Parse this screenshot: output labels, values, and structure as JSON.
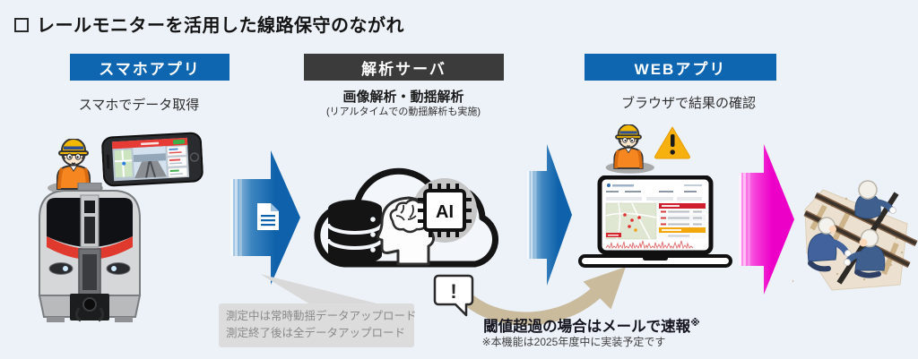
{
  "title": "レールモニターを活用した線路保守のながれ",
  "columns": {
    "smartphone": {
      "header": "スマホアプリ",
      "caption": "スマホでデータ取得"
    },
    "server": {
      "header": "解析サーバ",
      "caption": "画像解析・動揺解析",
      "caption_sub": "(リアルタイムでの動揺解析も実施)"
    },
    "web": {
      "header": "WEBアプリ",
      "caption": "ブラウザで結果の確認"
    }
  },
  "cloud": {
    "ai_chip_label": "AI"
  },
  "upload_note": {
    "line1": "測定中は常時動揺データアップロード",
    "line2": "測定終了後は全データアップロード"
  },
  "alert": {
    "bubble_mark": "!",
    "text": "閾値超過の場合はメールで速報",
    "ref_mark": "※"
  },
  "footnote": "※本機能は2025年度中に実装予定です",
  "colors": {
    "background": "#edf2f8",
    "primary_blue": "#0f66b0",
    "dark_header": "#3b3b3b",
    "arrow_blue": "#0e61aa",
    "arrow_magenta": "#ec00c8",
    "arrow_beige": "#c9bb9c",
    "note_gray": "#dcdcdc",
    "warning_yellow": "#f7b10e",
    "train_red": "#e03a2f"
  }
}
